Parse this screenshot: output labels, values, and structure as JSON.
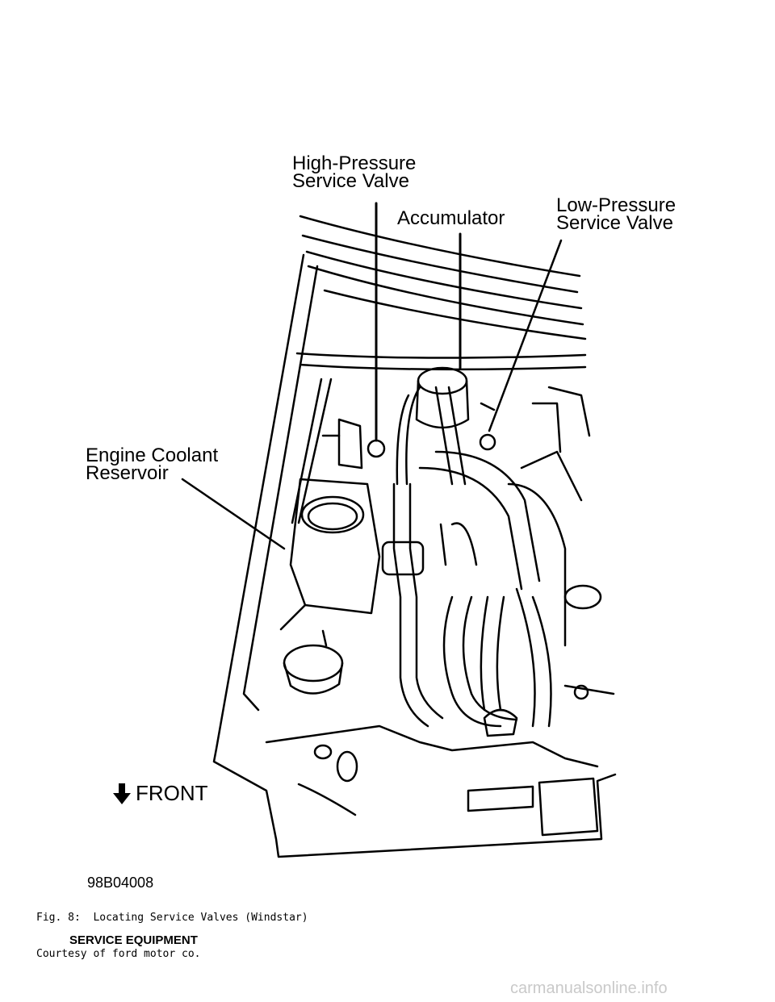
{
  "figure": {
    "labels": {
      "high_pressure_valve": [
        "High-Pressure",
        "Service Valve"
      ],
      "accumulator": "Accumulator",
      "low_pressure_valve": [
        "Low-Pressure",
        "Service Valve"
      ],
      "coolant_reservoir": [
        "Engine Coolant",
        "Reservoir"
      ],
      "front": "FRONT"
    },
    "figure_id": "98B04008",
    "front_arrow_icon": "down-arrow-icon"
  },
  "caption": {
    "line1": "Fig. 8:  Locating Service Valves (Windstar)",
    "line2": "Courtesy of ford motor co."
  },
  "section_heading": "SERVICE EQUIPMENT",
  "watermark": "carmanualsonline.info"
}
